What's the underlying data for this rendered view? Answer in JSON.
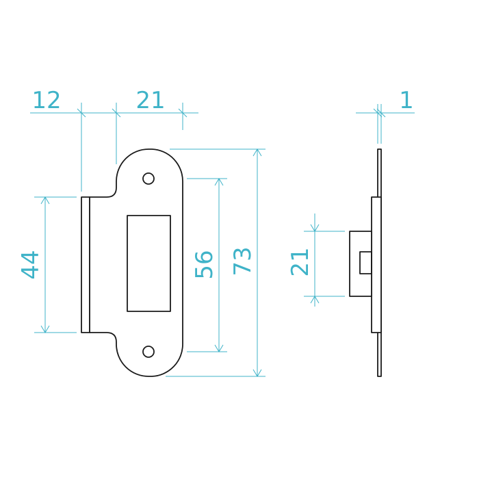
{
  "colors": {
    "dimension": "#3fb3c8",
    "outline": "#1a1a1a",
    "background": "#ffffff"
  },
  "dimensions": {
    "flange_width": "12",
    "plate_width": "21",
    "flange_height": "44",
    "hole_spacing": "56",
    "overall_height": "73",
    "side_box_height": "21",
    "plate_thickness": "1"
  }
}
